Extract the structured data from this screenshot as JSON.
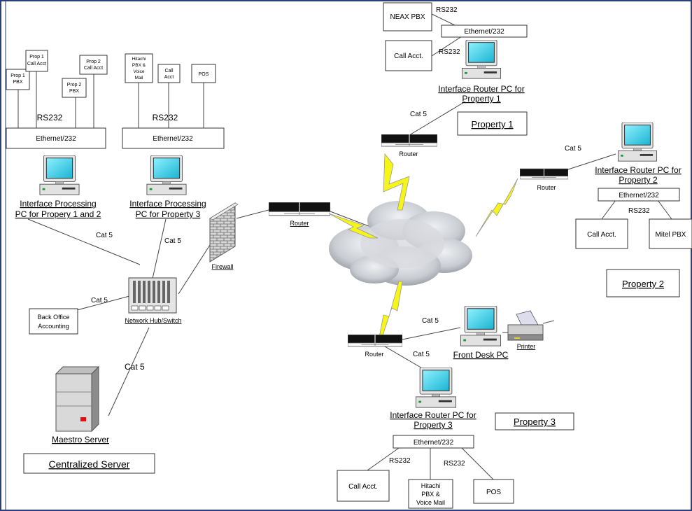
{
  "labels": {
    "neax_pbx": "NEAX PBX",
    "rs232": "RS232",
    "ethernet232": "Ethernet/232",
    "call_acct": "Call Acct.",
    "interface_router_p1_line1": "Interface Router PC for",
    "interface_router_p1_line2": "Property 1",
    "interface_router_p2_line1": "Interface Router PC for",
    "interface_router_p2_line2": "Property 2",
    "interface_router_p3_line1": "Interface Router PC for",
    "interface_router_p3_line2": "Property 3",
    "cat5": "Cat 5",
    "router": "Router",
    "property1": "Property 1",
    "property2": "Property 2",
    "property3": "Property 3",
    "mitel_pbx": "Mitel PBX",
    "prop1_pbx_line1": "Prop 1",
    "prop1_pbx_line2": "PBX",
    "prop1_callacct_line1": "Prop 1",
    "prop1_callacct_line2": "Call Acct",
    "prop2_pbx_line1": "Prop 2",
    "prop2_pbx_line2": "PBX",
    "prop2_callacct_line1": "Prop 2",
    "prop2_callacct_line2": "Call Acct",
    "hitachi_small_line1": "Hitachi",
    "hitachi_small_line2": "PBX &",
    "hitachi_small_line3": "Voice",
    "hitachi_small_line4": "Mail",
    "callacct_small_line1": "Call",
    "callacct_small_line2": "Acct",
    "pos": "POS",
    "ipc12_line1": "Interface Processing",
    "ipc12_line2": "PC for Propery 1 and 2",
    "ipc3_line1": "Interface Processing",
    "ipc3_line2": "PC for Property 3",
    "firewall": "Firewall",
    "network_hub": "Network Hub/Switch",
    "back_office_line1": "Back Office",
    "back_office_line2": "Accounting",
    "maestro_server": "Maestro Server",
    "centralized_server": "Centralized Server",
    "front_desk_pc": "Front Desk PC",
    "printer": "Printer",
    "hitachi_line1": "Hitachi",
    "hitachi_line2": "PBX &",
    "hitachi_line3": "Voice Mail"
  },
  "colors": {
    "frame": "#2b3f7a",
    "screen": "#2ec3dc",
    "lightning": "#f5f51a",
    "cloud": "#c8cbd0"
  }
}
